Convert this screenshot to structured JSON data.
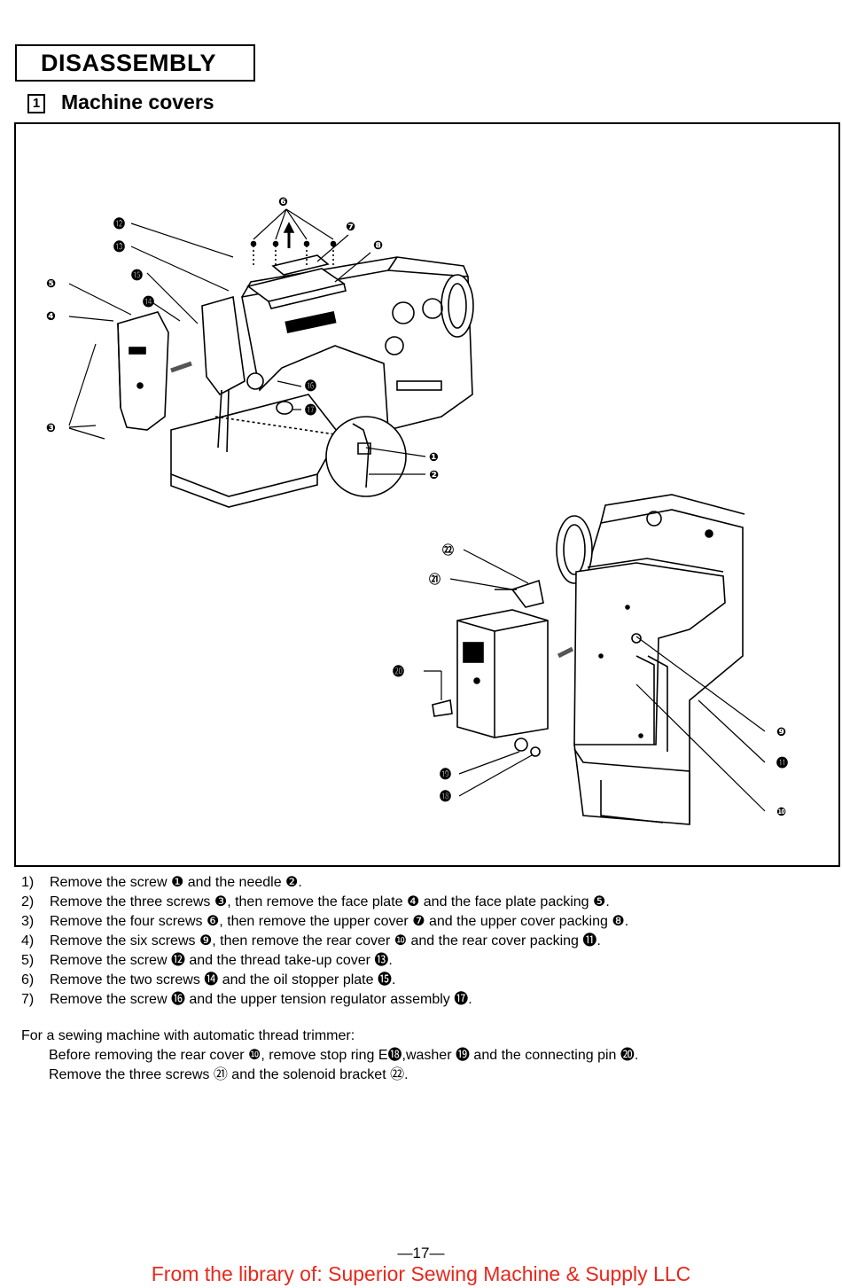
{
  "header": {
    "title": "DISASSEMBLY"
  },
  "section": {
    "number": "1",
    "title": "Machine covers"
  },
  "figure": {
    "callouts": [
      "❶",
      "❷",
      "❸",
      "❹",
      "❺",
      "❻",
      "❼",
      "❽",
      "❾",
      "❿",
      "⓫",
      "⓬",
      "⓭",
      "⓮",
      "⓯",
      "⓰",
      "⓱",
      "⓲",
      "⓳",
      "⓴",
      "㉑",
      "㉒"
    ]
  },
  "steps": [
    {
      "num": "1)",
      "text": "Remove the screw ❶ and the needle ❷."
    },
    {
      "num": "2)",
      "text": "Remove the three screws ❸, then remove the face plate ❹ and the face plate packing ❺."
    },
    {
      "num": "3)",
      "text": "Remove the four screws ❻, then remove the upper cover ❼ and the upper cover packing ❽."
    },
    {
      "num": "4)",
      "text": "Remove the six screws ❾, then remove the rear cover ❿ and the rear cover packing ⓫."
    },
    {
      "num": "5)",
      "text": "Remove the screw ⓬ and the thread take-up cover ⓭."
    },
    {
      "num": "6)",
      "text": "Remove the two screws ⓮ and the oil stopper plate ⓯."
    },
    {
      "num": "7)",
      "text": "Remove the screw ⓰ and the upper tension regulator assembly ⓱."
    }
  ],
  "trimmer": {
    "heading": "For a sewing machine with automatic thread trimmer:",
    "line1": "Before removing the rear cover ❿, remove stop ring E⓲,washer ⓳ and the connecting pin ⓴.",
    "line2": "Remove the three screws ㉑ and the solenoid bracket ㉒."
  },
  "page_number": "—17—",
  "footer": "From the library of: Superior Sewing Machine & Supply LLC"
}
